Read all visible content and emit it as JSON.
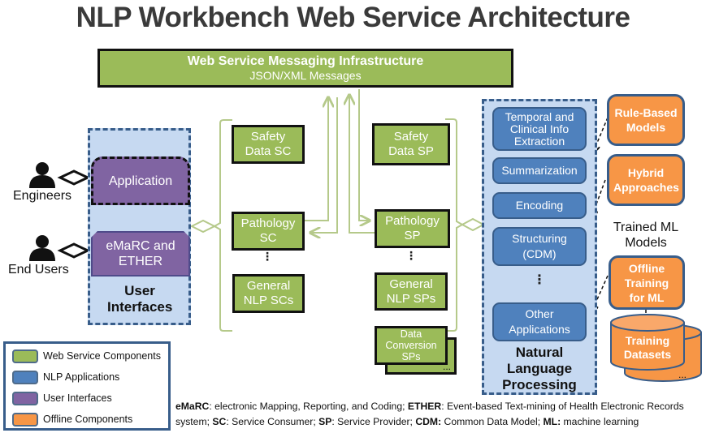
{
  "title": "NLP Workbench Web Service Architecture",
  "infrastructure": {
    "title": "Web Service Messaging Infrastructure",
    "subtitle": "JSON/XML Messages"
  },
  "actors": [
    {
      "label": "Engineers"
    },
    {
      "label": "End Users"
    }
  ],
  "user_interfaces": {
    "label": "User Interfaces",
    "items": [
      {
        "label": "Application"
      },
      {
        "label": "eMaRC and ETHER"
      }
    ]
  },
  "service_consumers": [
    {
      "label": "Safety Data SC"
    },
    {
      "label": "Pathology SC"
    },
    {
      "label": "General NLP SCs"
    }
  ],
  "service_providers": [
    {
      "label": "Safety Data SP"
    },
    {
      "label": "Pathology SP"
    },
    {
      "label": "General NLP SPs"
    },
    {
      "label": "Data Conversion SPs"
    }
  ],
  "nlp": {
    "label": "Natural Language Processing",
    "items": [
      {
        "label": "Temporal and Clinical Info Extraction"
      },
      {
        "label": "Summarization"
      },
      {
        "label": "Encoding"
      },
      {
        "label": "Structuring (CDM)"
      },
      {
        "label": "Other Applications"
      }
    ]
  },
  "offline": {
    "rule_based": "Rule-Based Models",
    "hybrid": "Hybrid Approaches",
    "trained_label": "Trained ML Models",
    "offline_training": "Offline Training for ML",
    "datasets": "Training Datasets",
    "ellipsis": "..."
  },
  "ellipsis_vertical": "⋮",
  "legend": [
    {
      "label": "Web Service Components",
      "color": "#9bbb59"
    },
    {
      "label": "NLP Applications",
      "color": "#4f81bd"
    },
    {
      "label": "User Interfaces",
      "color": "#8064a2"
    },
    {
      "label": "Offline Components",
      "color": "#f79646"
    }
  ],
  "footnote": [
    {
      "term": "eMaRC",
      "def": ": electronic Mapping, Reporting, and Coding; "
    },
    {
      "term": "ETHER",
      "def": ": Event-based Text-mining of Health Electronic Records system; "
    },
    {
      "term": "SC",
      "def": ": Service Consumer; "
    },
    {
      "term": "SP",
      "def": ": Service Provider; "
    },
    {
      "term": "CDM:",
      "def": " Common Data Model; "
    },
    {
      "term": "ML:",
      "def": " machine learning"
    }
  ],
  "colors": {
    "web_service": "#9bbb59",
    "nlp": "#4f81bd",
    "user_interface": "#8064a2",
    "offline": "#f79646",
    "panel": "#c6d9f1",
    "panel_border": "#385d8a"
  }
}
